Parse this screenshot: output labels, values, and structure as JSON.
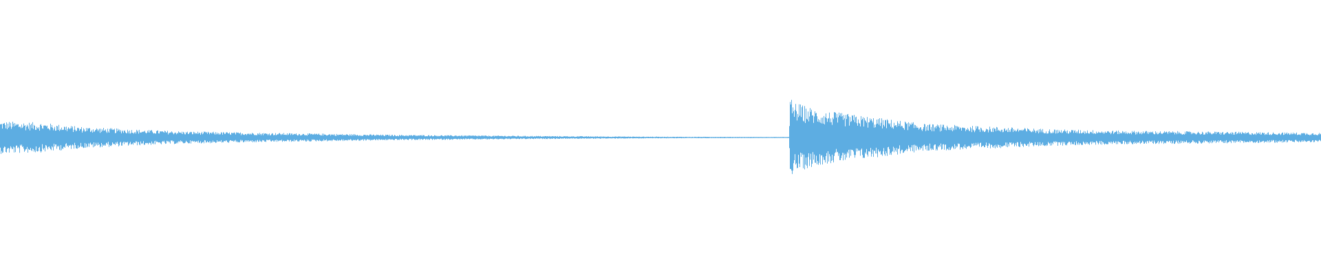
{
  "chart_data": {
    "type": "area",
    "kind": "audio-waveform",
    "title": "",
    "xlabel": "",
    "ylabel": "",
    "ylim": [
      -1,
      1
    ],
    "grid": false,
    "color": "#5dade2",
    "background": "#ffffff",
    "envelope": {
      "time_fraction": [
        0.0,
        0.03,
        0.06,
        0.1,
        0.14,
        0.2,
        0.3,
        0.4,
        0.5,
        0.59,
        0.597,
        0.598,
        0.6,
        0.62,
        0.66,
        0.7,
        0.75,
        0.8,
        0.85,
        0.9,
        0.95,
        1.0
      ],
      "amplitude": [
        0.12,
        0.11,
        0.08,
        0.06,
        0.045,
        0.035,
        0.02,
        0.012,
        0.006,
        0.004,
        0.004,
        0.3,
        0.26,
        0.2,
        0.15,
        0.1,
        0.08,
        0.06,
        0.05,
        0.045,
        0.04,
        0.035
      ]
    }
  }
}
